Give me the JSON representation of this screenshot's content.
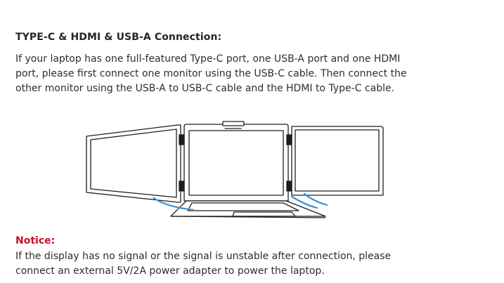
{
  "heading": "TYPE-C & HDMI & USB-A Connection:",
  "intro_lines": [
    "If your laptop has one full-featured Type-C port, one USB-A port and one HDMI",
    "port, please first connect one monitor using the USB-C cable. Then connect the",
    "other monitor using the USB-A to USB-C cable and the HDMI to Type-C cable."
  ],
  "notice": {
    "title": "Notice:",
    "title_color": "#c8102e",
    "lines": [
      "If the display has no signal or the signal is unstable after connection, please",
      "connect an external 5V/2A power adapter to power the laptop."
    ]
  },
  "colors": {
    "outline": "#1e1e1e",
    "cable": "#3c8fd3"
  },
  "icons": [
    "laptop-with-dual-monitors-illustration",
    "usb-cable-icon"
  ]
}
